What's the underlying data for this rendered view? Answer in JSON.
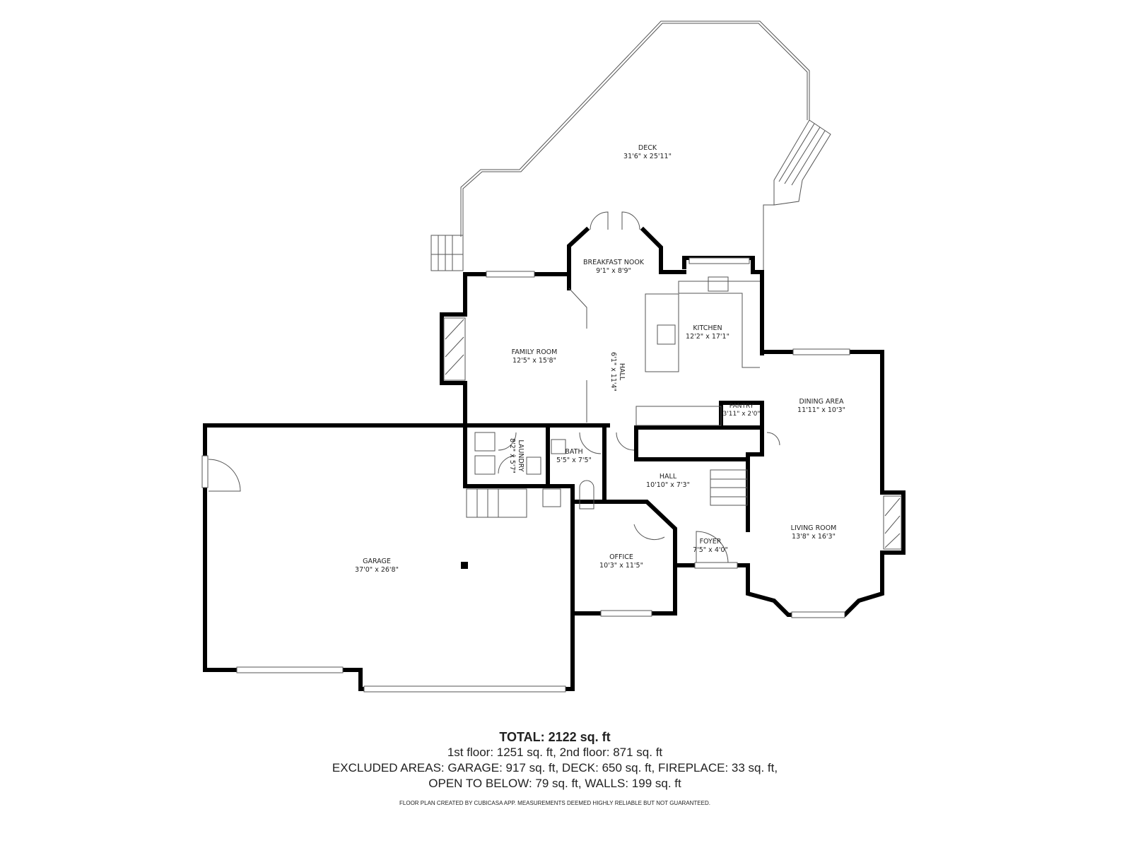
{
  "rooms": {
    "deck": {
      "name": "DECK",
      "dims": "31'6\" x 25'11\""
    },
    "breakfast_nook": {
      "name": "BREAKFAST NOOK",
      "dims": "9'1\" x 8'9\""
    },
    "kitchen": {
      "name": "KITCHEN",
      "dims": "12'2\" x 17'1\""
    },
    "family_room": {
      "name": "FAMILY ROOM",
      "dims": "12'5\" x 15'8\""
    },
    "hall_upper": {
      "name": "HALL",
      "dims": "6'1\" x 11'4\""
    },
    "pantry": {
      "name": "PANTRY",
      "dims": "3'11\" x 2'0\""
    },
    "dining_area": {
      "name": "DINING AREA",
      "dims": "11'11\" x 10'3\""
    },
    "laundry": {
      "name": "LAUNDRY",
      "dims": "8'2\" x 5'7\""
    },
    "bath": {
      "name": "BATH",
      "dims": "5'5\" x 7'5\""
    },
    "hall_lower": {
      "name": "HALL",
      "dims": "10'10\" x 7'3\""
    },
    "living_room": {
      "name": "LIVING ROOM",
      "dims": "13'8\" x 16'3\""
    },
    "foyer": {
      "name": "FOYER",
      "dims": "7'5\" x 4'0\""
    },
    "office": {
      "name": "OFFICE",
      "dims": "10'3\" x 11'5\""
    },
    "garage": {
      "name": "GARAGE",
      "dims": "37'0\" x 26'8\""
    }
  },
  "summary": {
    "total": "TOTAL: 2122 sq. ft",
    "floors": "1st floor: 1251 sq. ft, 2nd floor: 871 sq. ft",
    "excluded_1": "EXCLUDED AREAS: GARAGE: 917 sq. ft, DECK: 650 sq. ft, FIREPLACE: 33 sq. ft,",
    "excluded_2": "OPEN TO BELOW: 79 sq. ft, WALLS: 199 sq. ft",
    "disclaimer": "FLOOR PLAN CREATED BY CUBICASA APP. MEASUREMENTS DEEMED HIGHLY RELIABLE BUT NOT GUARANTEED."
  }
}
